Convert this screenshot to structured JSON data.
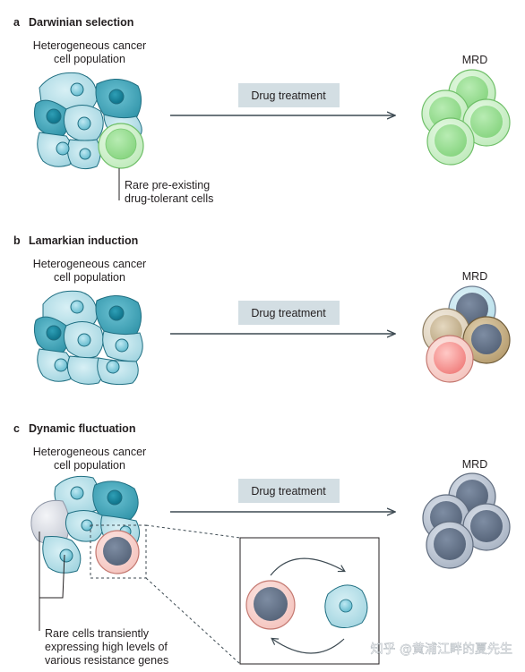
{
  "panels": [
    {
      "letter": "a",
      "title": "Darwinian selection",
      "population_label": [
        "Heterogeneous cancer",
        "cell population"
      ],
      "treatment_label": "Drug treatment",
      "outcome_label": "MRD",
      "annotation": [
        "Rare pre-existing",
        "drug-tolerant cells"
      ]
    },
    {
      "letter": "b",
      "title": "Lamarkian induction",
      "population_label": [
        "Heterogeneous cancer",
        "cell population"
      ],
      "treatment_label": "Drug treatment",
      "outcome_label": "MRD"
    },
    {
      "letter": "c",
      "title": "Dynamic fluctuation",
      "population_label": [
        "Heterogeneous cancer",
        "cell population"
      ],
      "treatment_label": "Drug treatment",
      "outcome_label": "MRD",
      "annotation": [
        "Rare cells transiently",
        "expressing high levels of",
        "various resistance genes"
      ]
    }
  ],
  "watermark": "知乎 @黄浦江畔的夏先生",
  "colors": {
    "cell_light": "#a9dbe6",
    "cell_dark": "#3aa3b8",
    "green_cell": "#c9efc6",
    "grey_cell": "#a9b4c4",
    "pink_cell": "#f7c9c4",
    "beige_cell": "#e6dccb",
    "label_box": "#d3dee3",
    "arrow": "#3d4a52"
  }
}
